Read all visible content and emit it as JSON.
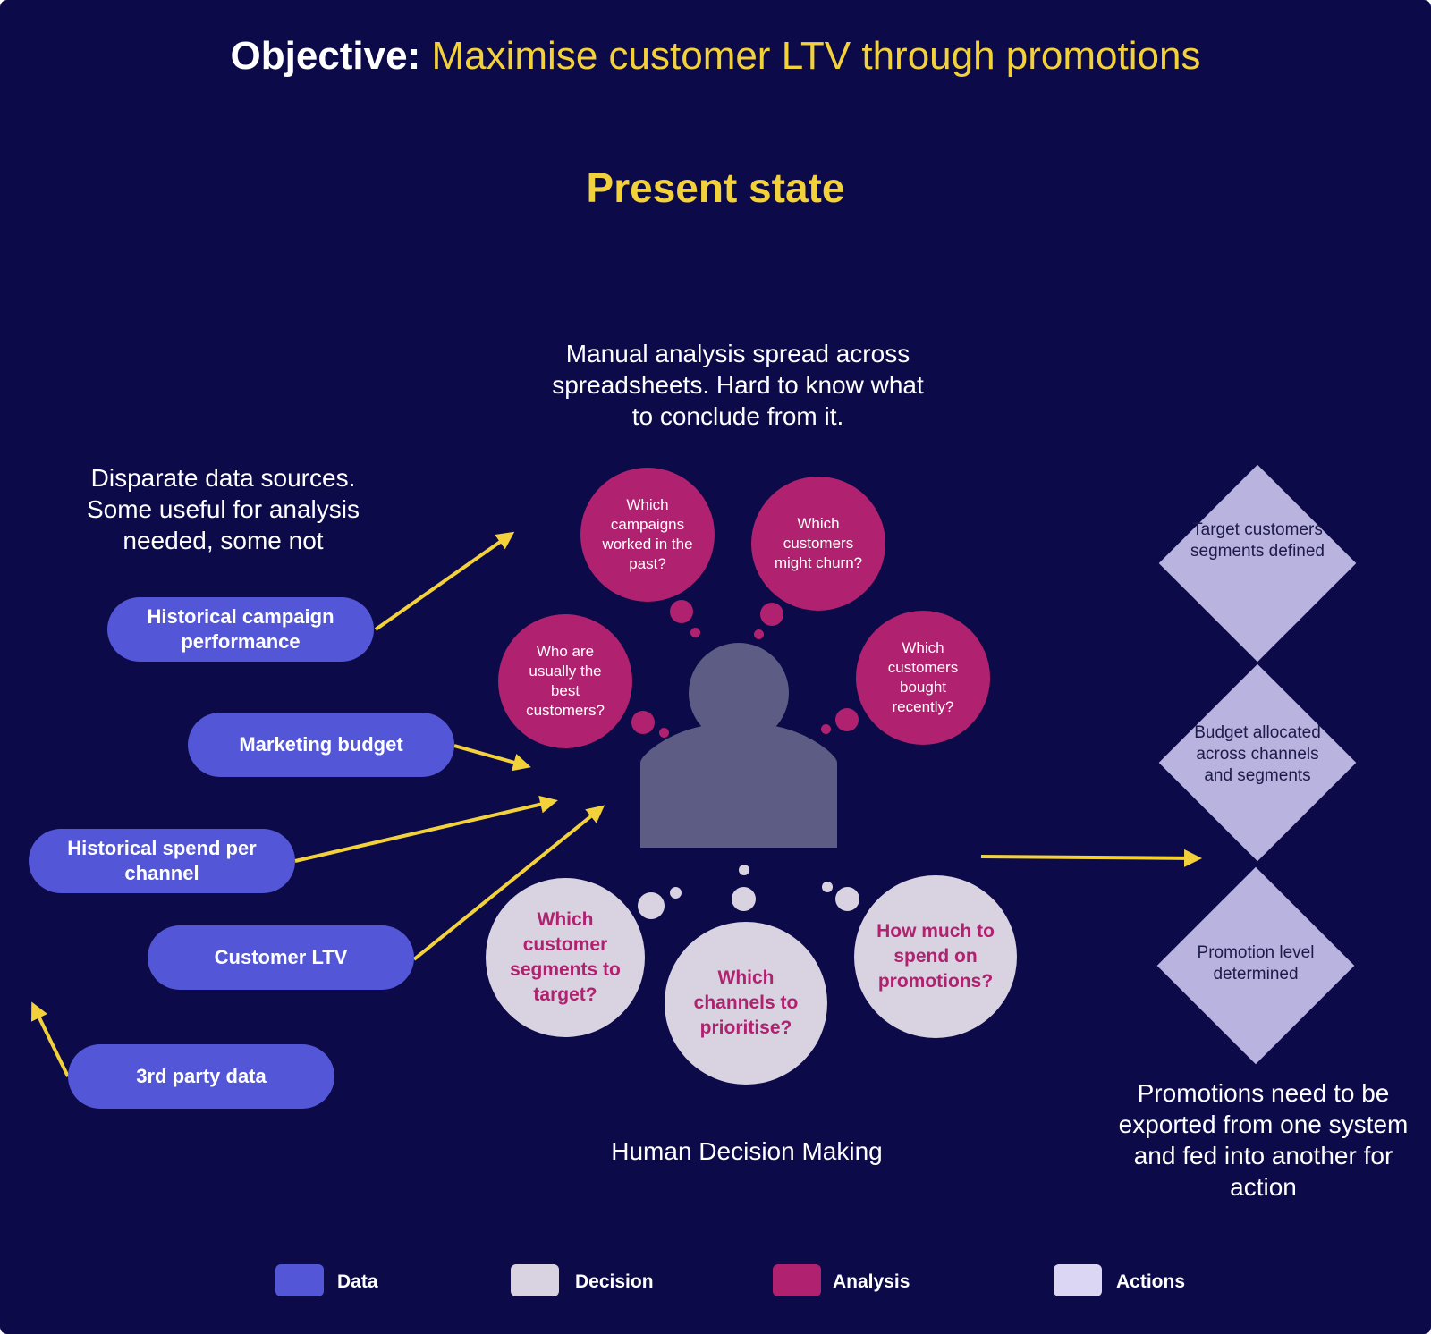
{
  "header": {
    "objective_label": "Objective:",
    "objective_text": "Maximise customer LTV through promotions",
    "subtitle": "Present state"
  },
  "notes": {
    "data_sources": "Disparate data sources. Some useful for analysis needed, some not",
    "manual_analysis": "Manual analysis spread across spreadsheets. Hard to know what to conclude from it.",
    "human_decision": "Human Decision Making",
    "promotions_export": "Promotions need to be exported from one system and fed into another for action"
  },
  "data_sources": [
    "Historical campaign performance",
    "Marketing budget",
    "Historical spend per channel",
    "Customer LTV",
    "3rd party data"
  ],
  "analysis_questions": [
    "Which campaigns worked in the past?",
    "Which customers might churn?",
    "Who are usually the best customers?",
    "Which customers bought recently?"
  ],
  "decisions": [
    "Which customer segments to target?",
    "Which channels to prioritise?",
    "How much to spend on promotions?"
  ],
  "actions": [
    "Target customers segments defined",
    "Budget allocated across channels and segments",
    "Promotion level determined"
  ],
  "legend": [
    {
      "label": "Data",
      "color": "#5356d6"
    },
    {
      "label": "Decision",
      "color": "#d8d2e1"
    },
    {
      "label": "Analysis",
      "color": "#b0226f"
    },
    {
      "label": "Actions",
      "color": "#dcd6f5"
    }
  ],
  "colors": {
    "background": "#0c0a48",
    "accent_yellow": "#f3d13b",
    "person": "#5d5c84"
  }
}
